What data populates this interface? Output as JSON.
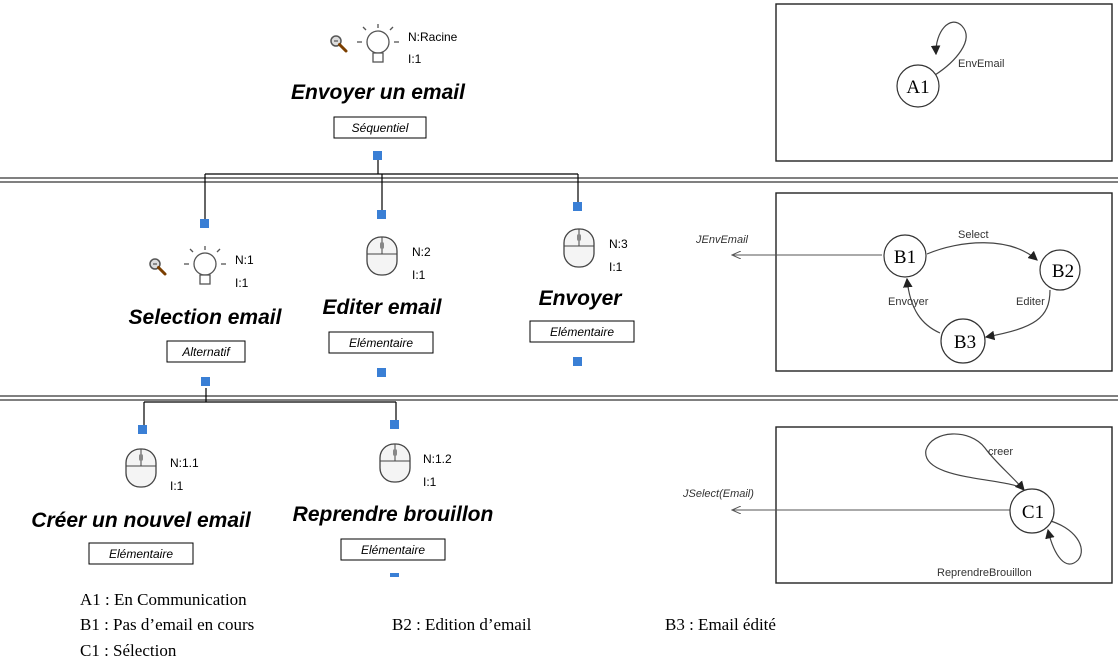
{
  "tasks": {
    "root": {
      "name": "Envoyer un email",
      "type": "Séquentiel",
      "n": "N:Racine",
      "i": "I:1"
    },
    "selection": {
      "name": "Selection email",
      "type": "Alternatif",
      "n": "N:1",
      "i": "I:1"
    },
    "editer": {
      "name": "Editer email",
      "type": "Elémentaire",
      "n": "N:2",
      "i": "I:1"
    },
    "envoyer": {
      "name": "Envoyer",
      "type": "Elémentaire",
      "n": "N:3",
      "i": "I:1"
    },
    "creer": {
      "name": "Créer un nouvel email",
      "type": "Elémentaire",
      "n": "N:1.1",
      "i": "I:1"
    },
    "reprendre": {
      "name": "Reprendre brouillon",
      "type": "Elémentaire",
      "n": "N:1.2",
      "i": "I:1"
    }
  },
  "machines": {
    "a": {
      "state": "A1",
      "loop": "EnvEmail"
    },
    "b": {
      "external": "JEnvEmail",
      "states": [
        "B1",
        "B2",
        "B3"
      ],
      "edges": {
        "select": "Select",
        "editer": "Editer",
        "envoyer": "Envoyer"
      }
    },
    "c": {
      "external": "JSelect(Email)",
      "state": "C1",
      "edges": {
        "creer": "creer",
        "reprendre": "ReprendreBrouillon"
      }
    }
  },
  "legend": {
    "a1": "A1 : En Communication",
    "b1": "B1 : Pas d’email en cours",
    "b2": "B2 : Edition d’email",
    "b3": "B3 : Email édité",
    "c1": "C1 : Sélection"
  },
  "colors": {
    "connector": "#3a7fd5",
    "line": "#000000",
    "mouse_fill": "#f4f4f4"
  }
}
